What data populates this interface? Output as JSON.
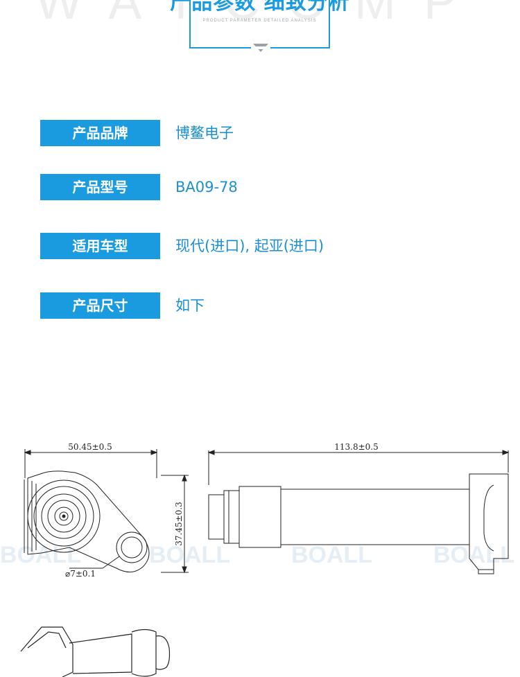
{
  "header": {
    "watermark": "WATCOMP",
    "title": "产品参数 细致分析",
    "subtitle": "PRODUCT PARAMETER DETAILED ANALYSIS"
  },
  "specs": [
    {
      "label": "产品品牌",
      "value": "博鳌电子"
    },
    {
      "label": "产品型号",
      "value": "BA09-78"
    },
    {
      "label": "适用车型",
      "value": "现代(进口), 起亚(进口)"
    },
    {
      "label": "产品尺寸",
      "value": "如下"
    }
  ],
  "drawing": {
    "width_dim": "50.45±0.5",
    "length_dim": "113.8±0.5",
    "height_dim": "37.45±0.3",
    "hole_dim": "⌀7±0.1",
    "watermark": "BOALL"
  }
}
